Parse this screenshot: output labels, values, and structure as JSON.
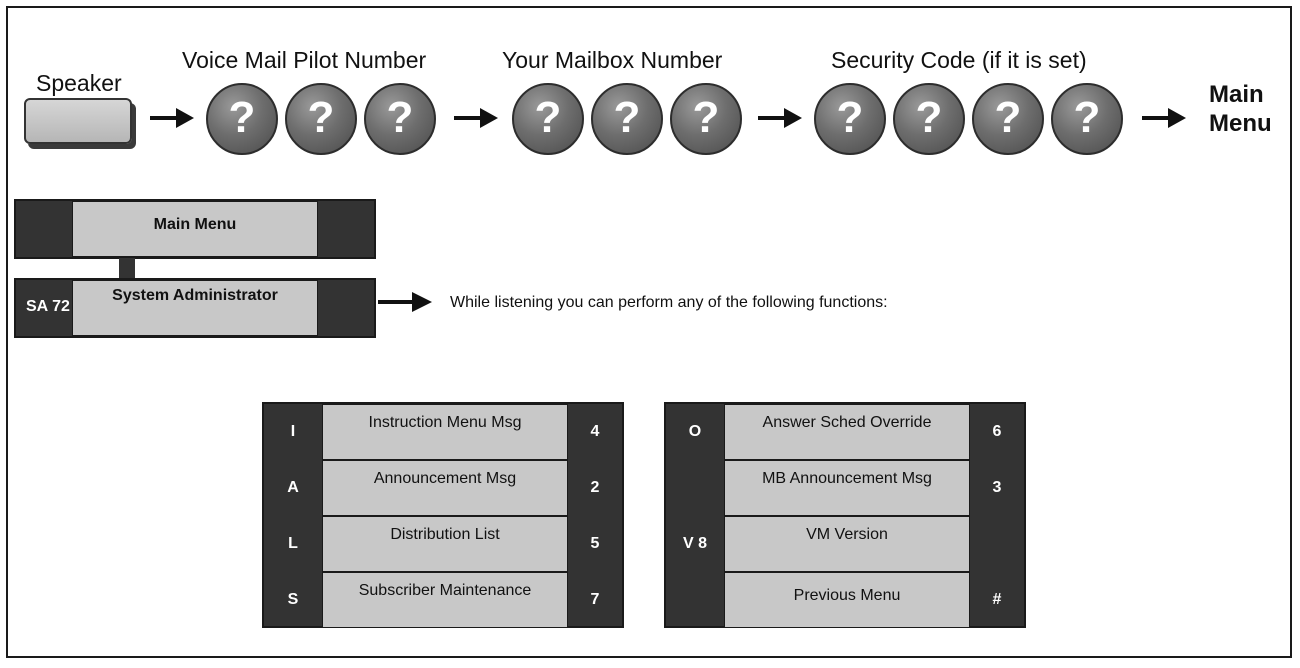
{
  "flow": {
    "speaker_label": "Speaker",
    "pilot_label": "Voice Mail Pilot Number",
    "mailbox_label": "Your Mailbox Number",
    "security_label": "Security Code (if it is set)",
    "key_glyph": "?",
    "end_line1": "Main",
    "end_line2": "Menu"
  },
  "menu": {
    "main_menu": "Main Menu",
    "submenu": "System Administrator",
    "submenu_code": "SA 72",
    "note": "While listening you can perform any of the following functions:"
  },
  "left_table": [
    {
      "key": "I",
      "label": "Instruction Menu Msg",
      "digit": "4"
    },
    {
      "key": "A",
      "label": "Announcement Msg",
      "digit": "2"
    },
    {
      "key": "L",
      "label": "Distribution List",
      "digit": "5"
    },
    {
      "key": "S",
      "label": "Subscriber Maintenance",
      "digit": "7"
    }
  ],
  "right_table": [
    {
      "key": "O",
      "label": "Answer Sched Override",
      "digit": "6"
    },
    {
      "key": "",
      "label": "MB Announcement Msg",
      "digit": "3"
    },
    {
      "key": "V 8",
      "label": "VM Version",
      "digit": ""
    },
    {
      "key": "",
      "label": "Previous Menu",
      "digit": "#"
    }
  ]
}
